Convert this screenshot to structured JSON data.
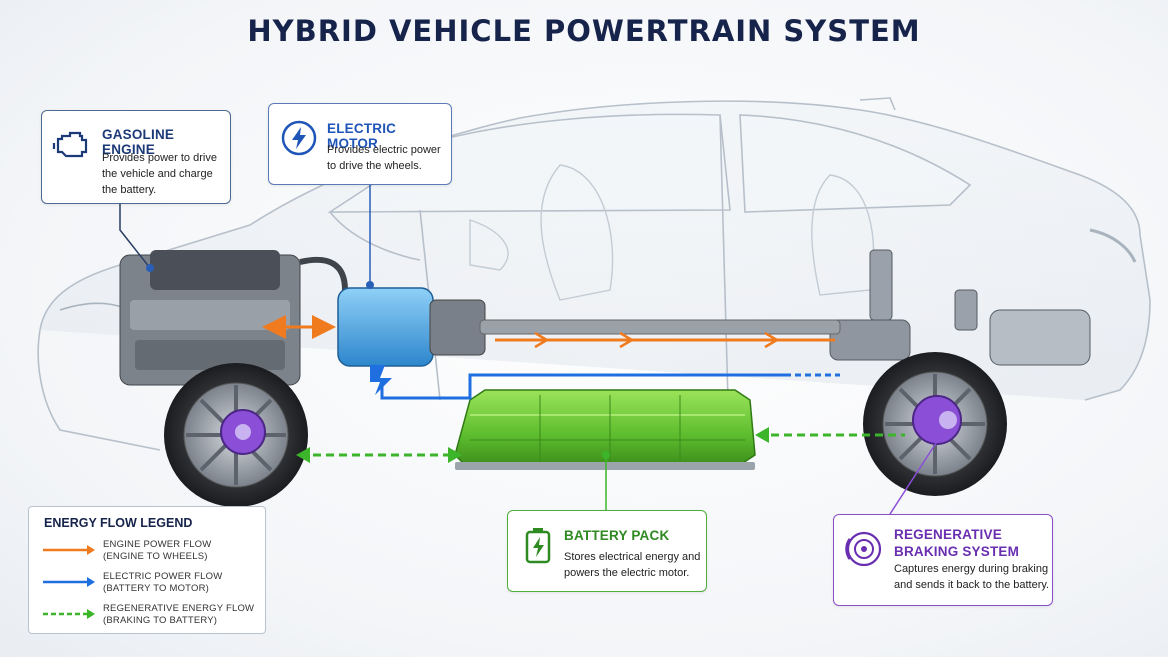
{
  "title": "HYBRID VEHICLE POWERTRAIN SYSTEM",
  "colors": {
    "engine_flow": "#f07a1e",
    "electric_flow": "#1f6fe0",
    "regen_flow": "#3cb52a",
    "battery": "#6ccd3c",
    "motor": "#3fa3e6",
    "brake": "#8a4fd6",
    "title": "#16234a"
  },
  "callouts": {
    "engine": {
      "title": "GASOLINE ENGINE",
      "desc": "Provides power to drive the vehicle and charge the battery.",
      "icon": "engine-icon"
    },
    "motor": {
      "title": "ELECTRIC MOTOR",
      "desc": "Provides electric power to drive the wheels.",
      "icon": "lightning-icon"
    },
    "battery": {
      "title": "BATTERY PACK",
      "desc": "Stores electrical energy and powers the electric motor.",
      "icon": "battery-icon"
    },
    "regen": {
      "title": "REGENERATIVE BRAKING SYSTEM",
      "desc": "Captures energy during braking and sends it back to the battery.",
      "icon": "brake-disc-icon"
    }
  },
  "legend": {
    "title": "ENERGY FLOW LEGEND",
    "items": [
      {
        "line1": "ENGINE POWER FLOW",
        "line2": "(ENGINE TO WHEELS)",
        "style": "solid",
        "color": "#f07a1e"
      },
      {
        "line1": "ELECTRIC POWER FLOW",
        "line2": "(BATTERY TO MOTOR)",
        "style": "solid",
        "color": "#1f6fe0"
      },
      {
        "line1": "REGENERATIVE ENERGY FLOW",
        "line2": "(BRAKING TO BATTERY)",
        "style": "dashed",
        "color": "#3cb52a"
      }
    ]
  }
}
